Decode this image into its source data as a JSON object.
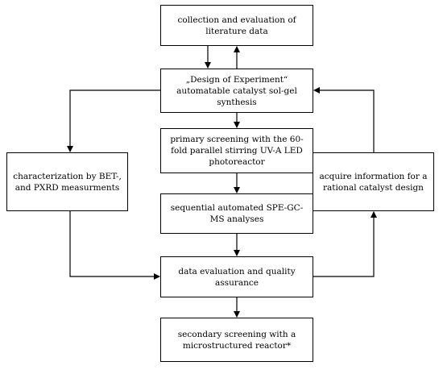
{
  "diagram": {
    "boxes": {
      "collection": "collection and evaluation of literature data",
      "design": "„Design of Experiment“ automatable catalyst sol-gel synthesis",
      "primary": "primary screening with the 60-fold parallel stirring UV-A LED photoreactor",
      "characterization": "characterization by BET-, and PXRD measurments",
      "acquire": "acquire information for a rational catalyst design",
      "sequential": "sequential automated SPE-GC-MS analyses",
      "evaluation": "data evaluation and quality assurance",
      "secondary": "secondary screening with a microstructured reactor*"
    },
    "line_color": "#000000"
  }
}
